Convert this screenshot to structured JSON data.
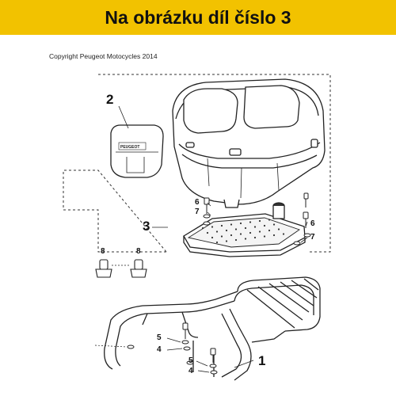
{
  "banner": {
    "title": "Na obrázku díl číslo 3",
    "color": "#f2c200"
  },
  "copyright": "Copyright Peugeot Motocycles 2014",
  "callouts": {
    "part1": "1",
    "part2": "2",
    "part3": "3",
    "part4a": "4",
    "part4b": "4",
    "part5a": "5",
    "part5b": "5",
    "part6a": "6",
    "part6b": "6",
    "part7a": "7",
    "part7b": "7",
    "part8a": "8",
    "part8b": "8"
  },
  "backrest_brand": "PEUGEOT"
}
